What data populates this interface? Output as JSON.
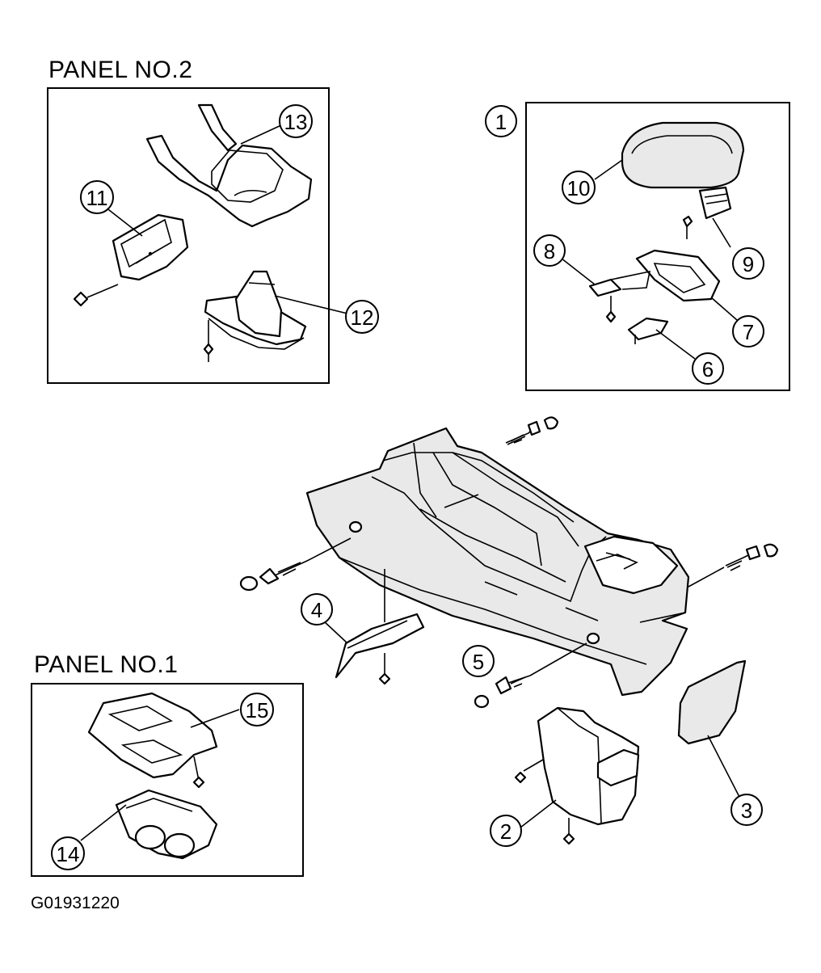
{
  "panel_no2": {
    "title": "PANEL NO.2"
  },
  "panel_no1": {
    "title": "PANEL NO.1"
  },
  "figure_id": "G01931220",
  "callouts": {
    "c1": "1",
    "c2": "2",
    "c3": "3",
    "c4": "4",
    "c5": "5",
    "c6": "6",
    "c7": "7",
    "c8": "8",
    "c9": "9",
    "c10": "10",
    "c11": "11",
    "c12": "12",
    "c13": "13",
    "c14": "14",
    "c15": "15"
  }
}
